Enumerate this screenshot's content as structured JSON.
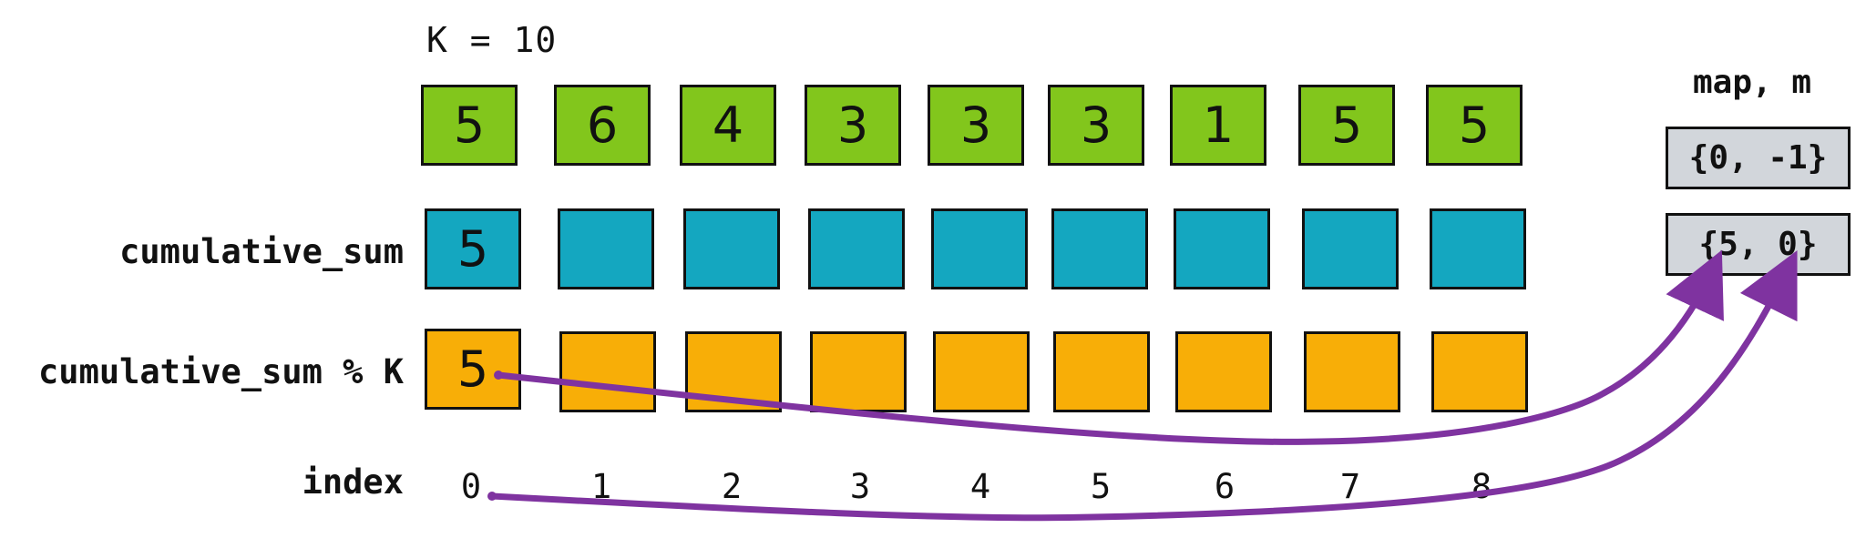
{
  "k_label": "K = 10",
  "input_values": [
    "5",
    "6",
    "4",
    "3",
    "3",
    "3",
    "1",
    "5",
    "5"
  ],
  "cumulative_sum": {
    "label": "cumulative_sum",
    "values": [
      "5",
      "",
      "",
      "",
      "",
      "",
      "",
      "",
      ""
    ]
  },
  "mod_k": {
    "label": "cumulative_sum % K",
    "values": [
      "5",
      "",
      "",
      "",
      "",
      "",
      "",
      "",
      ""
    ]
  },
  "index": {
    "label": "index",
    "values": [
      "0",
      "1",
      "2",
      "3",
      "4",
      "5",
      "6",
      "7",
      "8"
    ]
  },
  "map": {
    "title": "map, m",
    "entries": [
      "{0, -1}",
      "{5, 0}"
    ]
  },
  "colors": {
    "input": "#82c61c",
    "cumulative": "#14a7c0",
    "mod": "#f8ae07",
    "map": "#d2d6db",
    "arrow": "#7f33a0"
  }
}
